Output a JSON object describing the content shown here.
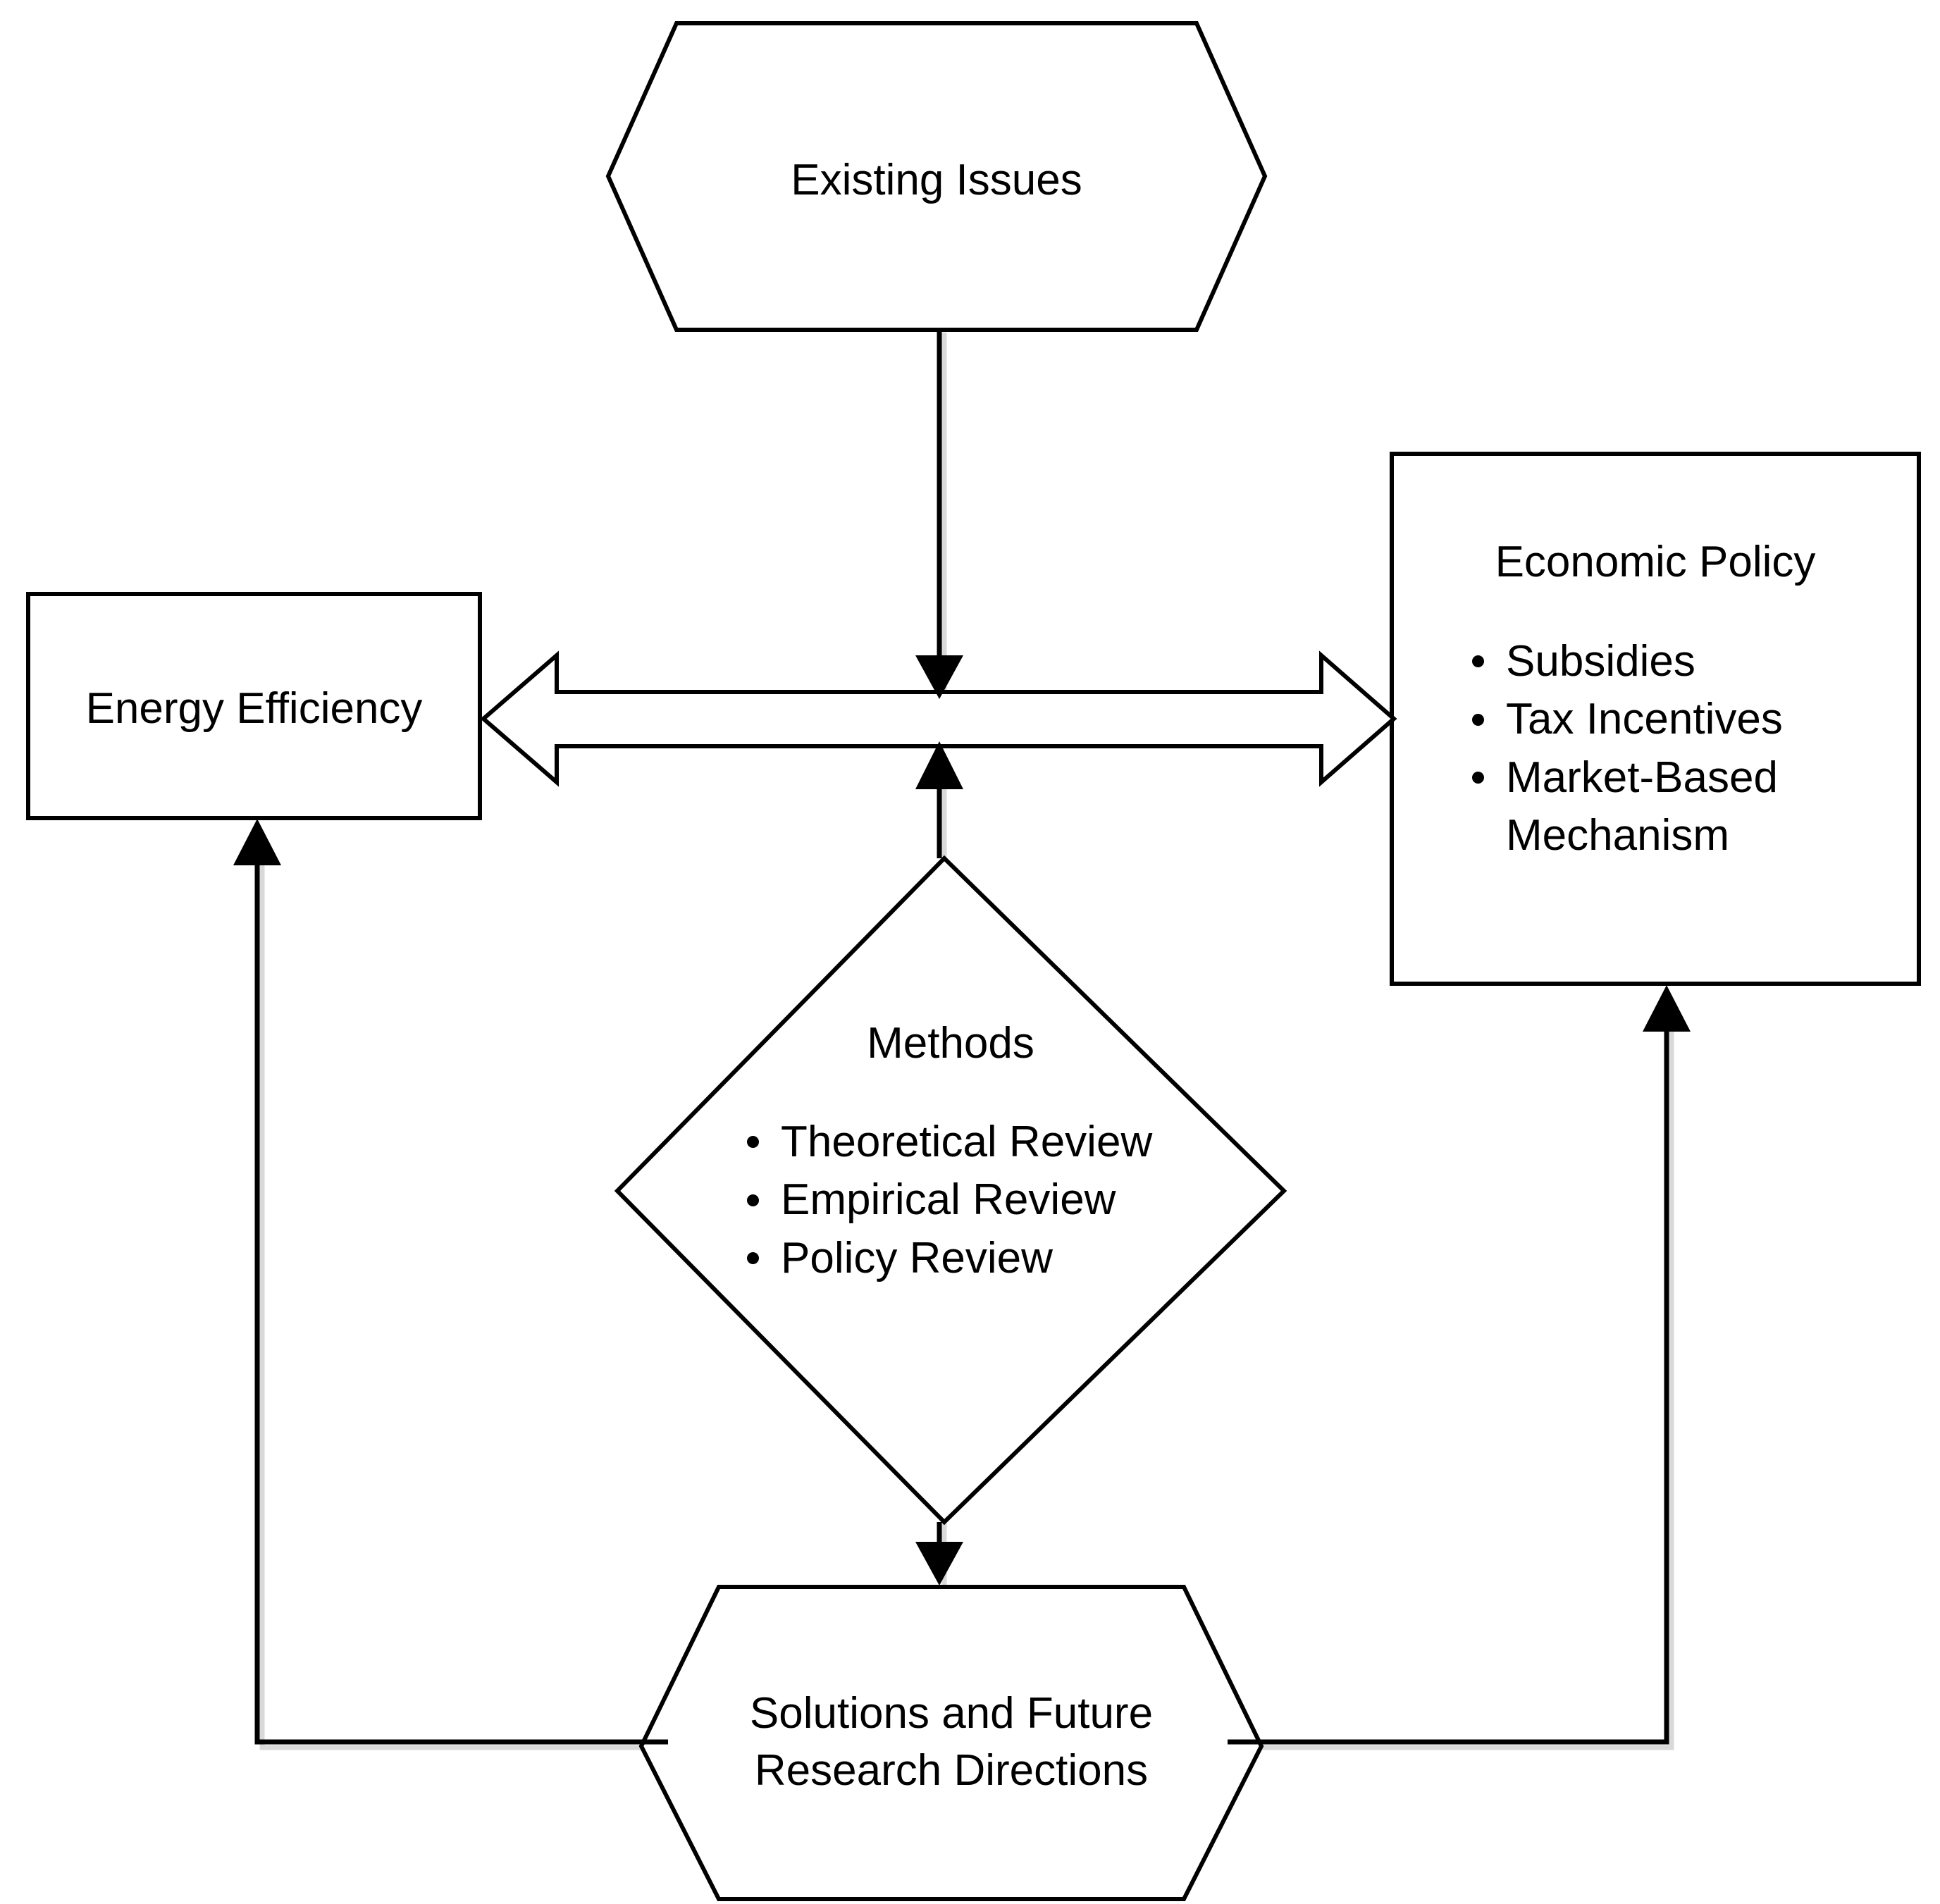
{
  "diagram": {
    "type": "flowchart",
    "background_color": "#ffffff",
    "stroke_color": "#000000",
    "nodes": [
      {
        "id": "existing-issues",
        "shape": "hexagon",
        "title": "Existing Issues",
        "bullets": []
      },
      {
        "id": "energy-efficiency",
        "shape": "rectangle",
        "title": "Energy Efficiency",
        "bullets": []
      },
      {
        "id": "economic-policy",
        "shape": "rectangle",
        "title": "Economic Policy",
        "bullets": [
          "Subsidies",
          "Tax Incentives",
          "Market-Based Mechanism"
        ]
      },
      {
        "id": "methods",
        "shape": "diamond",
        "title": "Methods",
        "bullets": [
          "Theoretical Review",
          "Empirical Review",
          "Policy Review"
        ]
      },
      {
        "id": "solutions",
        "shape": "hexagon",
        "title_line_1": "Solutions and Future",
        "title_line_2": "Research Directions",
        "bullets": []
      }
    ],
    "connectors": [
      {
        "id": "issues-to-link",
        "from": "existing-issues",
        "to": "energy-policy-link",
        "style": "arrow-down"
      },
      {
        "id": "efficiency-policy-link",
        "from": "energy-efficiency",
        "to": "economic-policy",
        "style": "double-headed-block-arrow"
      },
      {
        "id": "methods-to-link",
        "from": "methods",
        "to": "energy-policy-link",
        "style": "arrow-up"
      },
      {
        "id": "methods-to-solutions",
        "from": "methods",
        "to": "solutions",
        "style": "arrow-down"
      },
      {
        "id": "solutions-to-efficiency",
        "from": "solutions",
        "to": "energy-efficiency",
        "style": "elbow-arrow-up-left"
      },
      {
        "id": "solutions-to-policy",
        "from": "solutions",
        "to": "economic-policy",
        "style": "elbow-arrow-up-right"
      }
    ]
  }
}
